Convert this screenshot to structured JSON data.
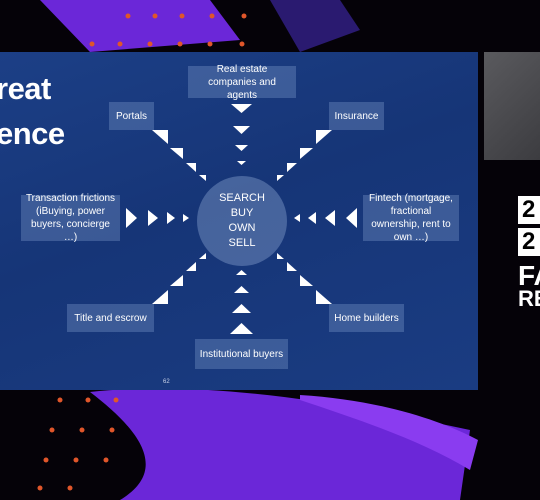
{
  "slide": {
    "title": "reat\nence",
    "hub_text": "SEARCH\nBUY\nOWN\nSELL",
    "slide_number": "62",
    "boxes": {
      "real_estate": "Real estate companies and agents",
      "portals": "Portals",
      "insurance": "Insurance",
      "transaction": "Transaction frictions (iBuying, power buyers, concierge …)",
      "fintech": "Fintech (mortgage, fractional ownership, rent to own …)",
      "title_escrow": "Title and escrow",
      "home_builders": "Home builders",
      "institutional": "Institutional buyers"
    }
  },
  "brand": {
    "year_1": "2",
    "year_2": "2",
    "word_1": "FA",
    "word_2": "RE"
  },
  "colors": {
    "slide_bg": "#1a3a80",
    "accent_purple": "#7b2ff0",
    "dots_orange": "#e0562a"
  }
}
